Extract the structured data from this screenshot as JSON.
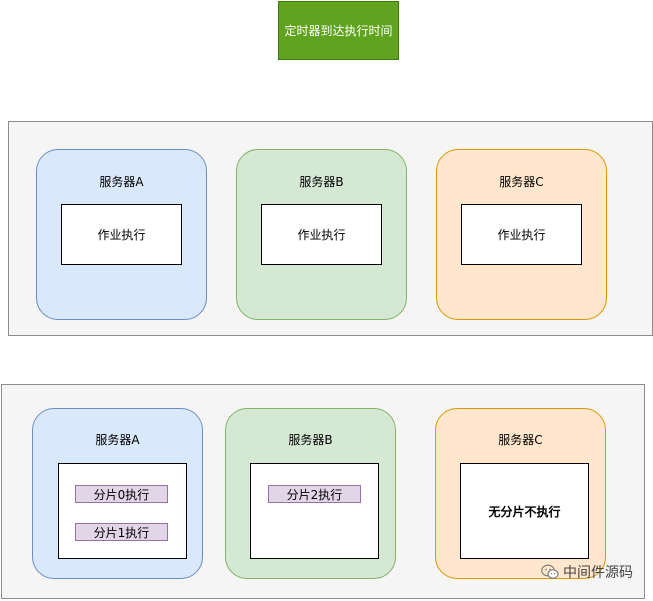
{
  "trigger": {
    "label": "定时器到达执行时间"
  },
  "scenario1": {
    "servers": [
      {
        "name": "服务器A",
        "job": "作业执行"
      },
      {
        "name": "服务器B",
        "job": "作业执行"
      },
      {
        "name": "服务器C",
        "job": "作业执行"
      }
    ]
  },
  "scenario2": {
    "servers": [
      {
        "name": "服务器A",
        "shards": [
          "分片0执行",
          "分片1执行"
        ]
      },
      {
        "name": "服务器B",
        "shards": [
          "分片2执行"
        ]
      },
      {
        "name": "服务器C",
        "note": "无分片不执行"
      }
    ]
  },
  "colors": {
    "trigger": "#5fa31f",
    "serverA": "#dae8fc",
    "serverB": "#d5e8d4",
    "serverC": "#ffe6cc",
    "shard": "#e1d5e7"
  },
  "watermark": {
    "text": "中间件源码",
    "icon": "wechat-icon"
  }
}
